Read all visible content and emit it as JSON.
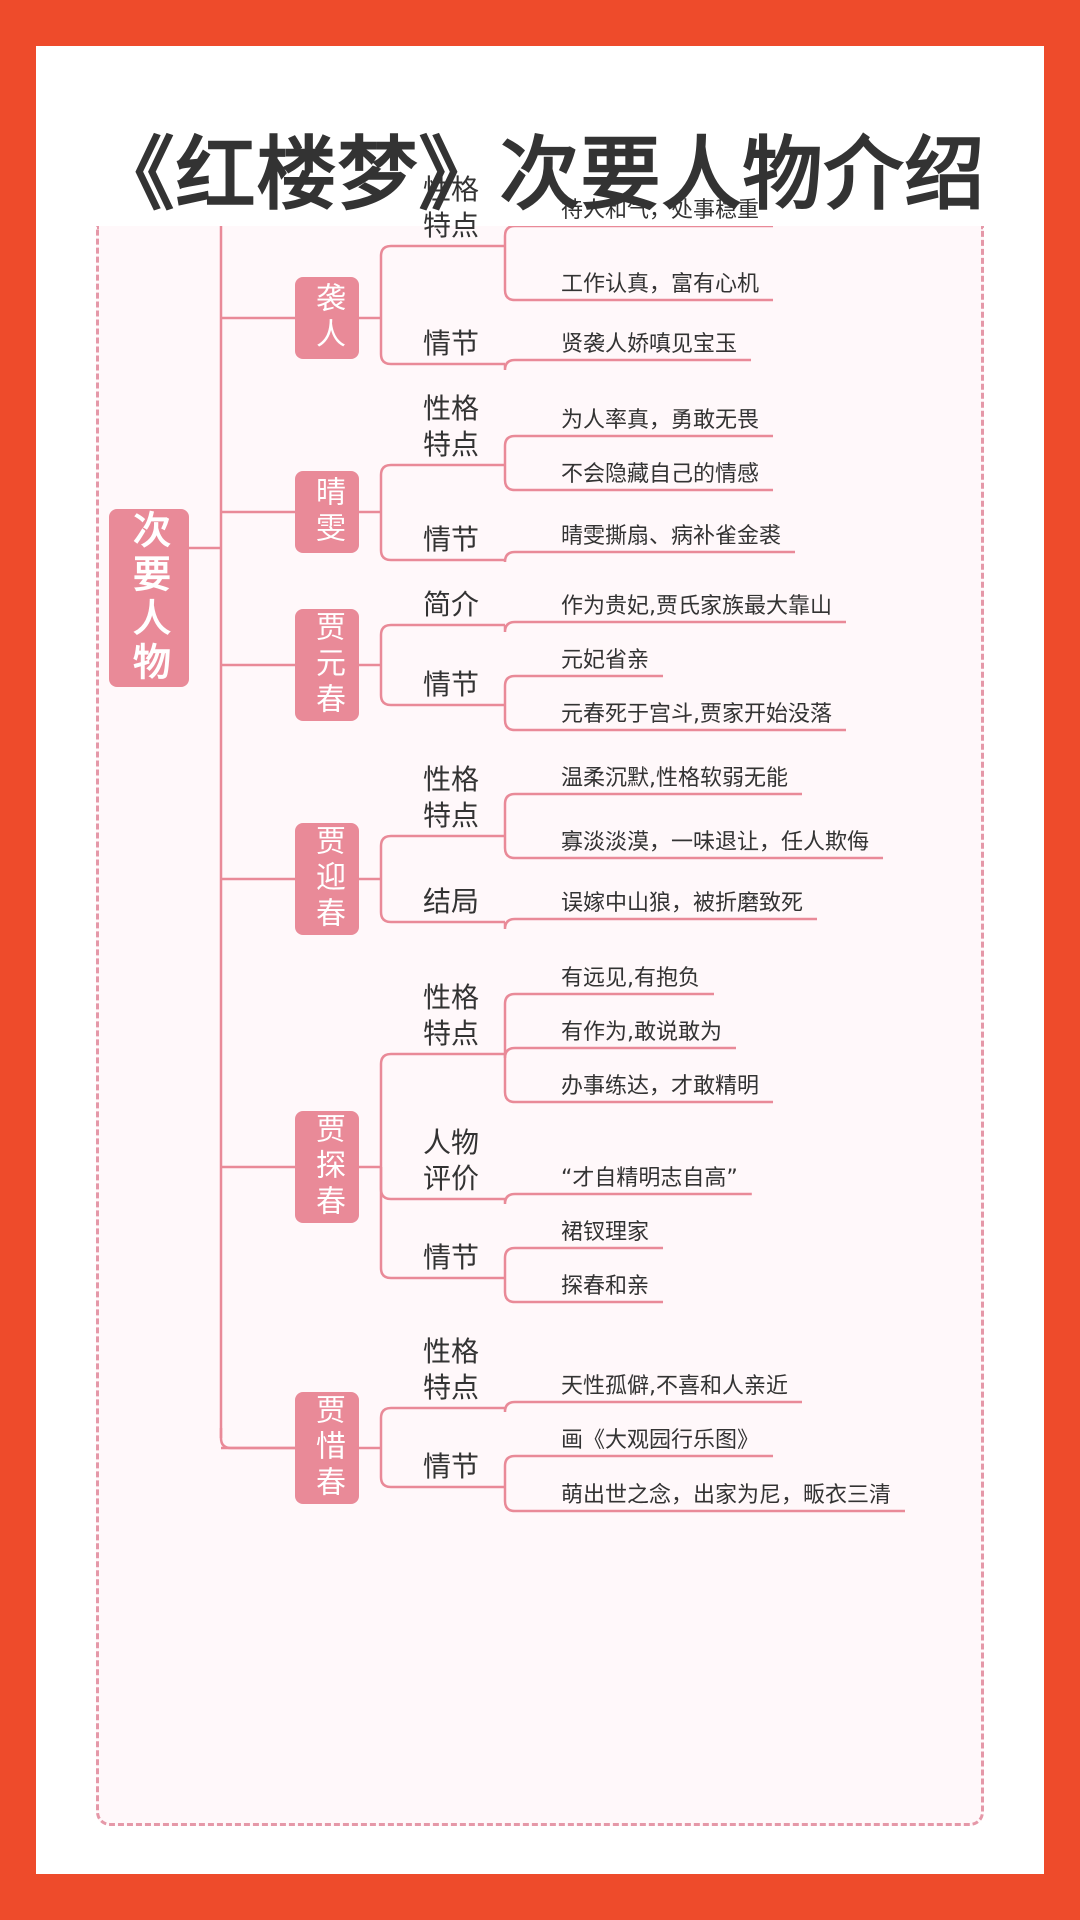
{
  "title": "《红楼梦》次要人物介绍",
  "root": "次要人物",
  "colors": {
    "background": "#ee4b2b",
    "accent": "#e98a98",
    "line": "#e98a98",
    "border": "#e598a8"
  },
  "characters": [
    {
      "name": "袭人",
      "branches": [
        {
          "label": "性格\n特点",
          "items": [
            "待人和气，处事稳重",
            "工作认真，富有心机"
          ]
        },
        {
          "label": "情节",
          "items": [
            "贤袭人娇嗔见宝玉"
          ]
        }
      ]
    },
    {
      "name": "晴雯",
      "branches": [
        {
          "label": "性格\n特点",
          "items": [
            "为人率真，勇敢无畏",
            "不会隐藏自己的情感"
          ]
        },
        {
          "label": "情节",
          "items": [
            "晴雯撕扇、病补雀金裘"
          ]
        }
      ]
    },
    {
      "name": "贾元春",
      "branches": [
        {
          "label": "简介",
          "items": [
            "作为贵妃,贾氏家族最大靠山"
          ]
        },
        {
          "label": "情节",
          "items": [
            "元妃省亲",
            "元春死于宫斗,贾家开始没落"
          ]
        }
      ]
    },
    {
      "name": "贾迎春",
      "branches": [
        {
          "label": "性格\n特点",
          "items": [
            "温柔沉默,性格软弱无能",
            "寡淡淡漠，一味退让，任人欺侮"
          ]
        },
        {
          "label": "结局",
          "items": [
            "误嫁中山狼，被折磨致死"
          ]
        }
      ]
    },
    {
      "name": "贾探春",
      "branches": [
        {
          "label": "性格\n特点",
          "items": [
            "有远见,有抱负",
            "有作为,敢说敢为",
            "办事练达，才敢精明"
          ]
        },
        {
          "label": "人物\n评价",
          "items": [
            "“才自精明志自高”"
          ]
        },
        {
          "label": "情节",
          "items": [
            "裙钗理家",
            "探春和亲"
          ]
        }
      ]
    },
    {
      "name": "贾惜春",
      "branches": [
        {
          "label": "性格\n特点",
          "items": [
            "天性孤僻,不喜和人亲近"
          ]
        },
        {
          "label": "情节",
          "items": [
            "画《大观园行乐图》",
            "萌出世之念，出家为尼，畈衣三清"
          ]
        }
      ]
    }
  ]
}
